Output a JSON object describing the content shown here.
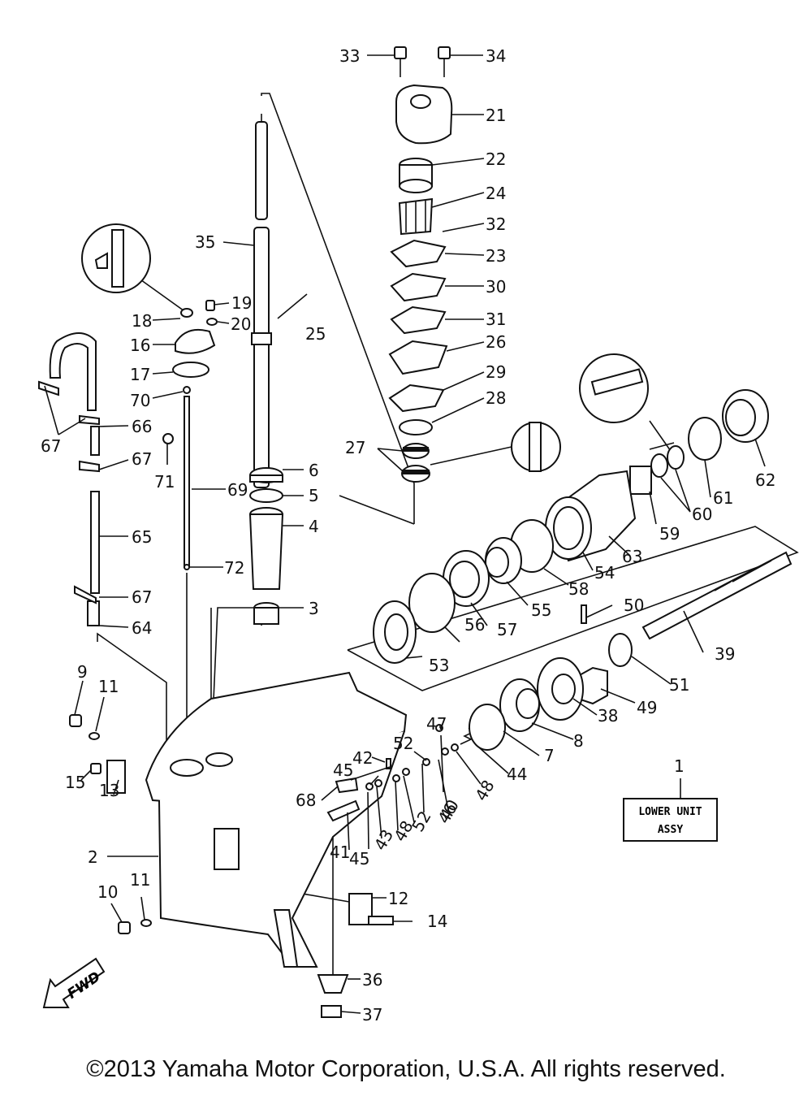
{
  "diagram": {
    "labels": [
      "1",
      "2",
      "3",
      "4",
      "5",
      "6",
      "7",
      "8",
      "9",
      "10",
      "11",
      "11",
      "12",
      "13",
      "14",
      "15",
      "16",
      "17",
      "18",
      "19",
      "20",
      "21",
      "22",
      "23",
      "24",
      "25",
      "26",
      "27",
      "28",
      "29",
      "30",
      "31",
      "32",
      "33",
      "34",
      "35",
      "36",
      "37",
      "38",
      "39",
      "40",
      "41",
      "42",
      "43",
      "44",
      "45",
      "45",
      "46",
      "47",
      "48",
      "48",
      "49",
      "50",
      "51",
      "52",
      "52",
      "53",
      "54",
      "55",
      "56",
      "57",
      "58",
      "59",
      "60",
      "61",
      "62",
      "63",
      "64",
      "65",
      "66",
      "67",
      "67",
      "67",
      "68",
      "69",
      "70",
      "71",
      "72"
    ],
    "legend_box": {
      "line1": "LOWER UNIT",
      "line2": "ASSY"
    },
    "direction_arrow": "FWD"
  },
  "footer": {
    "copyright": "©2013 Yamaha Motor Corporation, U.S.A. All rights reserved."
  }
}
